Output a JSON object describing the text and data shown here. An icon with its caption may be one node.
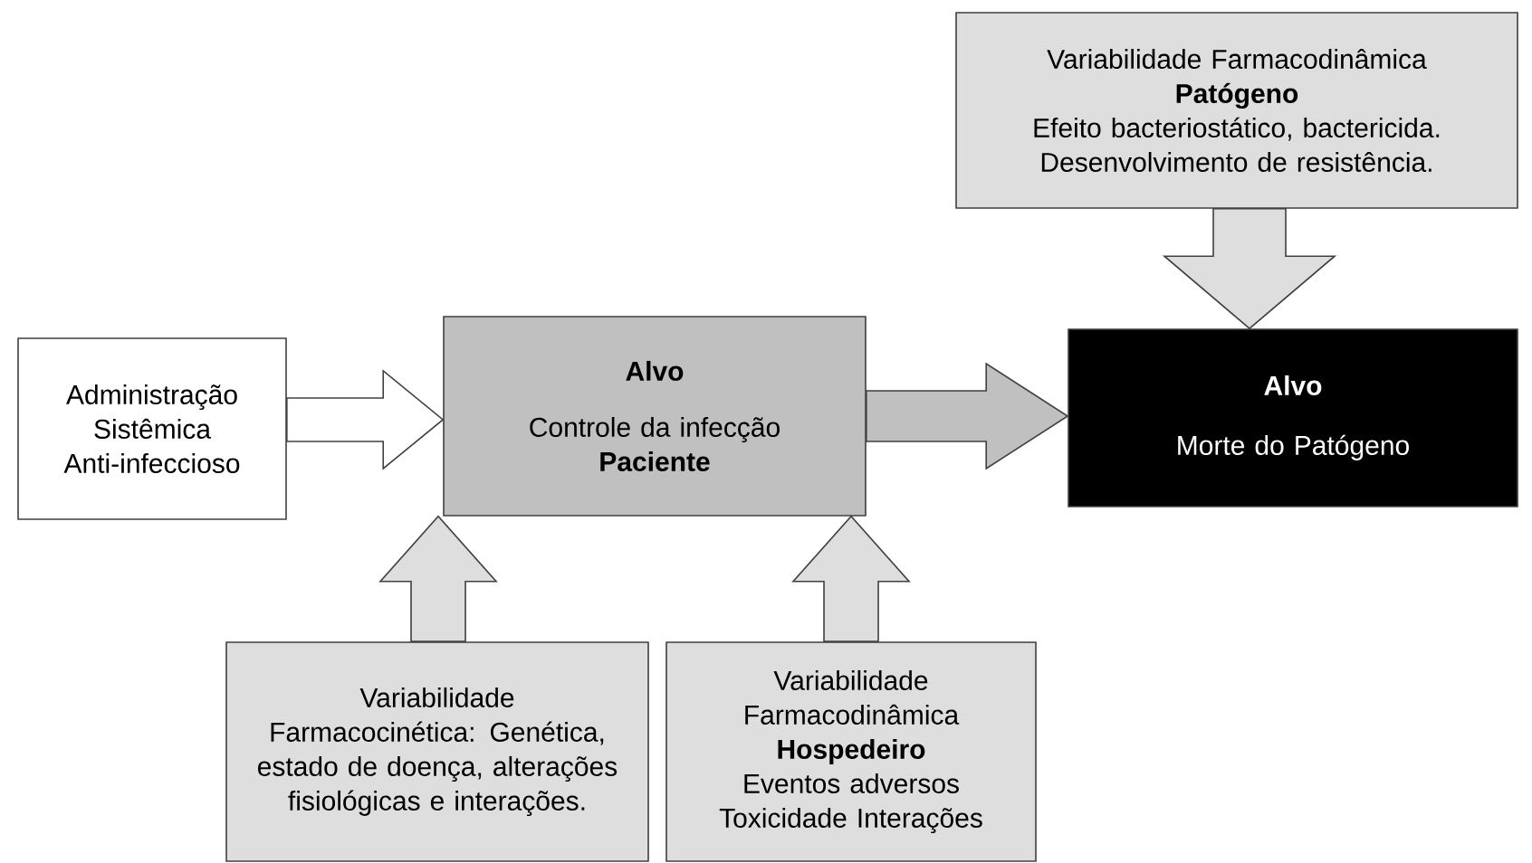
{
  "diagram": {
    "nodes": [
      {
        "text": [
          "Administração Sistêmica Anti-infeccioso"
        ]
      },
      {
        "text": [
          "Alvo",
          "Controle da infecção",
          "Paciente"
        ]
      },
      {
        "text": [
          "Alvo",
          "Morte do Patógeno"
        ]
      },
      {
        "text": [
          "Variabilidade Farmacodinâmica",
          "Patógeno",
          "Efeito bacteriostático, bactericida. Desenvolvimento de resistência."
        ]
      },
      {
        "text": [
          "Variabilidade Farmacocinética: Genética, estado de doença, alterações fisiológicas e interações."
        ]
      },
      {
        "text": [
          "Variabilidade Farmacodinâmica",
          "Hospedeiro",
          "Eventos adversos Toxicidade Interações"
        ]
      }
    ],
    "edges": [
      {
        "from": 0,
        "to": 1,
        "arrow": "to"
      },
      {
        "from": 1,
        "to": 2,
        "arrow": "to"
      },
      {
        "from": 3,
        "to": 2,
        "arrow": "to"
      },
      {
        "from": 4,
        "to": 1,
        "arrow": "to"
      },
      {
        "from": 5,
        "to": 1,
        "arrow": "to"
      }
    ]
  }
}
